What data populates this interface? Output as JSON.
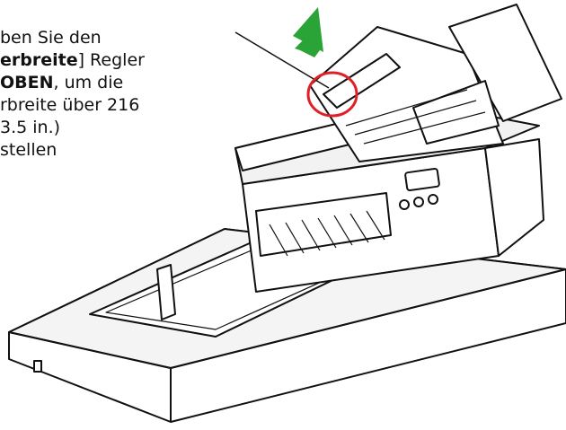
{
  "instruction": {
    "line1": "ben Sie den",
    "line2_bold": "erbreite",
    "line2_rest": "] Regler",
    "line3_bold": "OBEN",
    "line3_rest": ", um die",
    "line4": "rbreite über 216",
    "line5": "3.5 in.)",
    "line6": "stellen"
  },
  "illustration": {
    "arrow_color": "#2aa337",
    "highlight_color": "#e01f26"
  }
}
